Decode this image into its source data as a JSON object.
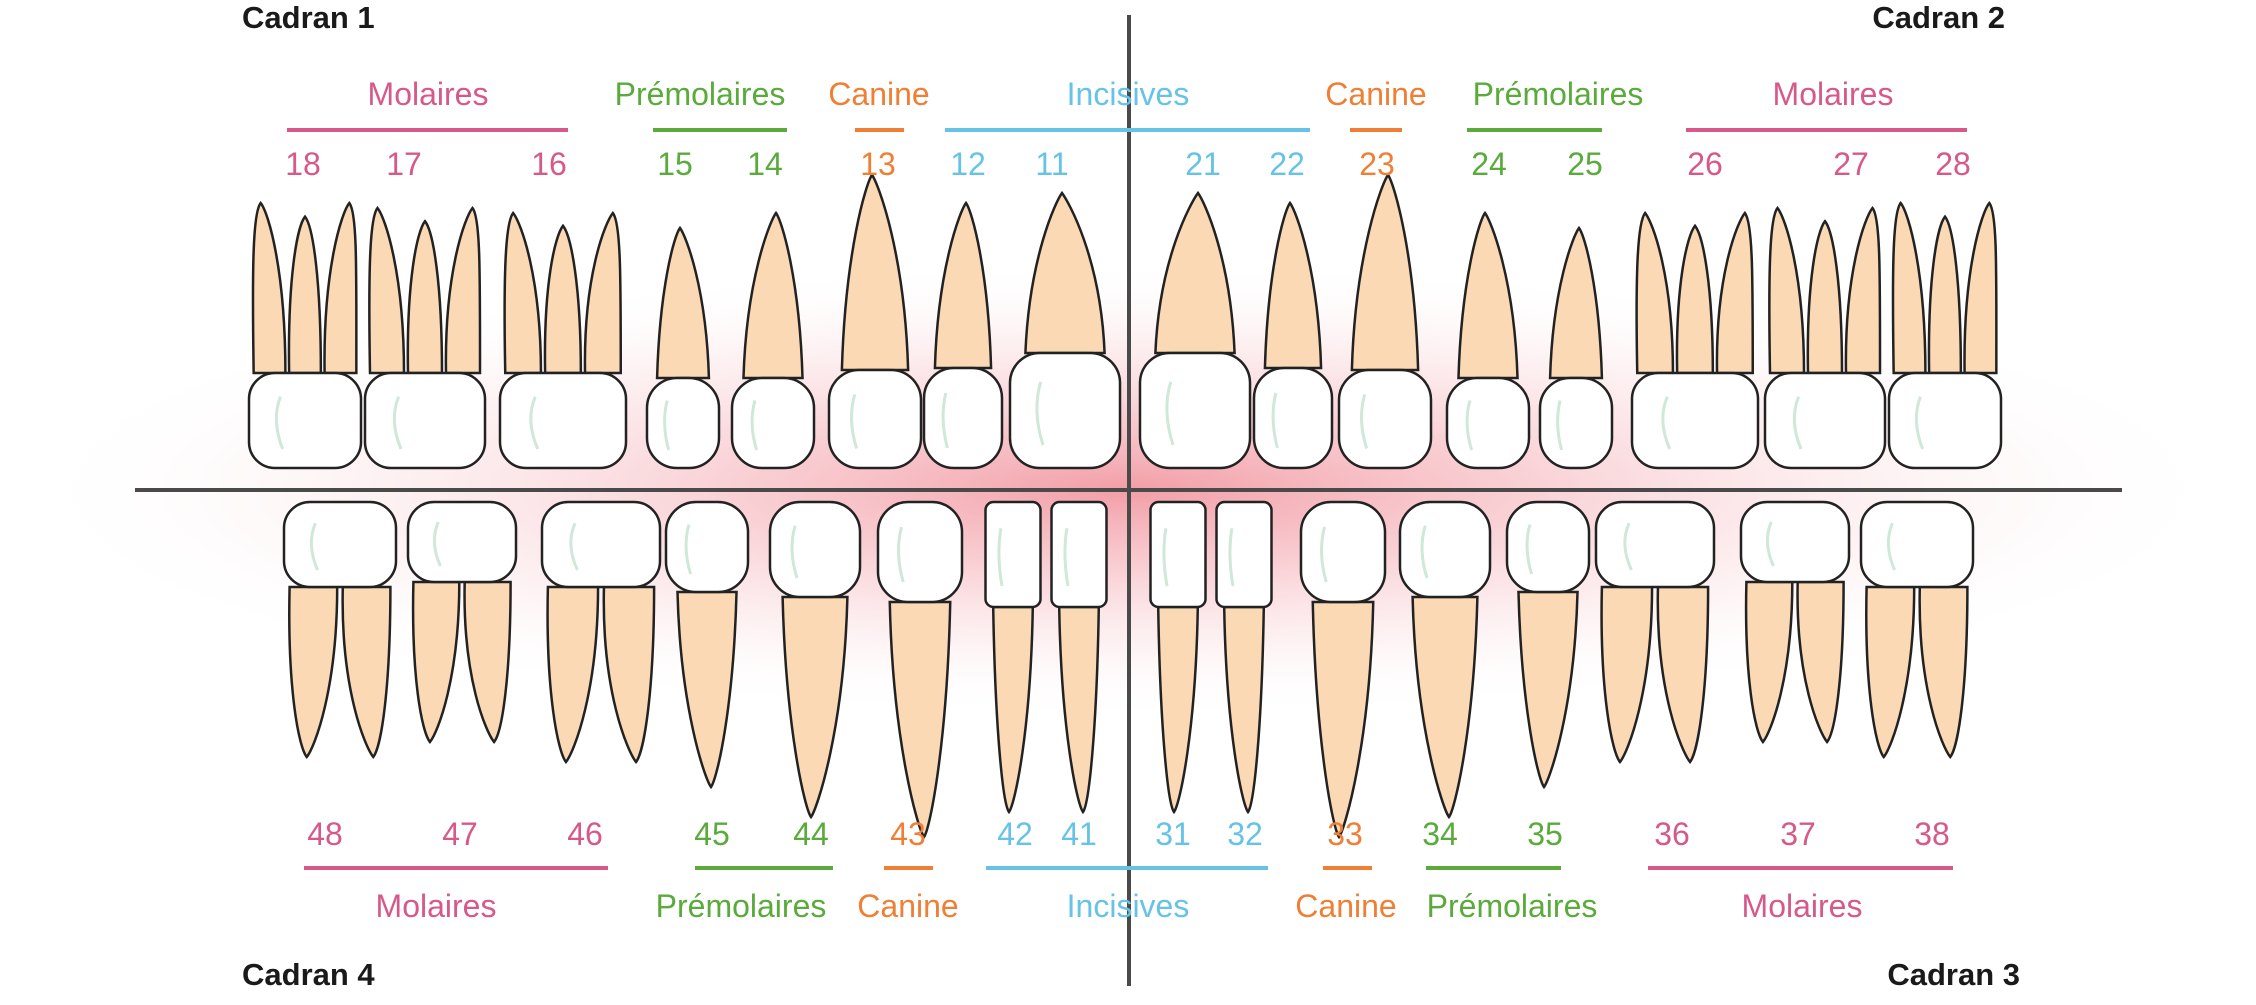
{
  "quadrants": [
    {
      "id": "q1",
      "label": "Cadran 1"
    },
    {
      "id": "q2",
      "label": "Cadran 2"
    },
    {
      "id": "q3",
      "label": "Cadran 3"
    },
    {
      "id": "q4",
      "label": "Cadran 4"
    }
  ],
  "colors": {
    "molaires": "#d6598a",
    "premolaires": "#5aaa3c",
    "canine": "#ef7f35",
    "incisives": "#66c3e6",
    "axis": "#4a4a4a",
    "root": "#fad9b4",
    "crown": "#ffffff",
    "outline": "#222222",
    "glow": "#f08c96"
  },
  "upper_groups": [
    {
      "id": "u-mol-r",
      "label": "Molaires",
      "type": "molaires"
    },
    {
      "id": "u-pre-r",
      "label": "Prémolaires",
      "type": "premolaires"
    },
    {
      "id": "u-can-r",
      "label": "Canine",
      "type": "canine"
    },
    {
      "id": "u-inc",
      "label": "Incisives",
      "type": "incisives"
    },
    {
      "id": "u-can-l",
      "label": "Canine",
      "type": "canine"
    },
    {
      "id": "u-pre-l",
      "label": "Prémolaires",
      "type": "premolaires"
    },
    {
      "id": "u-mol-l",
      "label": "Molaires",
      "type": "molaires"
    }
  ],
  "lower_groups": [
    {
      "id": "l-mol-r",
      "label": "Molaires",
      "type": "molaires"
    },
    {
      "id": "l-pre-r",
      "label": "Prémolaires",
      "type": "premolaires"
    },
    {
      "id": "l-can-r",
      "label": "Canine",
      "type": "canine"
    },
    {
      "id": "l-inc",
      "label": "Incisives",
      "type": "incisives"
    },
    {
      "id": "l-can-l",
      "label": "Canine",
      "type": "canine"
    },
    {
      "id": "l-pre-l",
      "label": "Prémolaires",
      "type": "premolaires"
    },
    {
      "id": "l-mol-l",
      "label": "Molaires",
      "type": "molaires"
    }
  ],
  "upper_teeth": [
    {
      "n": "18",
      "type": "molaires"
    },
    {
      "n": "17",
      "type": "molaires"
    },
    {
      "n": "16",
      "type": "molaires"
    },
    {
      "n": "15",
      "type": "premolaires"
    },
    {
      "n": "14",
      "type": "premolaires"
    },
    {
      "n": "13",
      "type": "canine"
    },
    {
      "n": "12",
      "type": "incisives"
    },
    {
      "n": "11",
      "type": "incisives"
    },
    {
      "n": "21",
      "type": "incisives"
    },
    {
      "n": "22",
      "type": "incisives"
    },
    {
      "n": "23",
      "type": "canine"
    },
    {
      "n": "24",
      "type": "premolaires"
    },
    {
      "n": "25",
      "type": "premolaires"
    },
    {
      "n": "26",
      "type": "molaires"
    },
    {
      "n": "27",
      "type": "molaires"
    },
    {
      "n": "28",
      "type": "molaires"
    }
  ],
  "lower_teeth": [
    {
      "n": "48",
      "type": "molaires"
    },
    {
      "n": "47",
      "type": "molaires"
    },
    {
      "n": "46",
      "type": "molaires"
    },
    {
      "n": "45",
      "type": "premolaires"
    },
    {
      "n": "44",
      "type": "premolaires"
    },
    {
      "n": "43",
      "type": "canine"
    },
    {
      "n": "42",
      "type": "incisives"
    },
    {
      "n": "41",
      "type": "incisives"
    },
    {
      "n": "31",
      "type": "incisives"
    },
    {
      "n": "32",
      "type": "incisives"
    },
    {
      "n": "33",
      "type": "canine"
    },
    {
      "n": "34",
      "type": "premolaires"
    },
    {
      "n": "35",
      "type": "premolaires"
    },
    {
      "n": "36",
      "type": "molaires"
    },
    {
      "n": "37",
      "type": "molaires"
    },
    {
      "n": "38",
      "type": "molaires"
    }
  ]
}
